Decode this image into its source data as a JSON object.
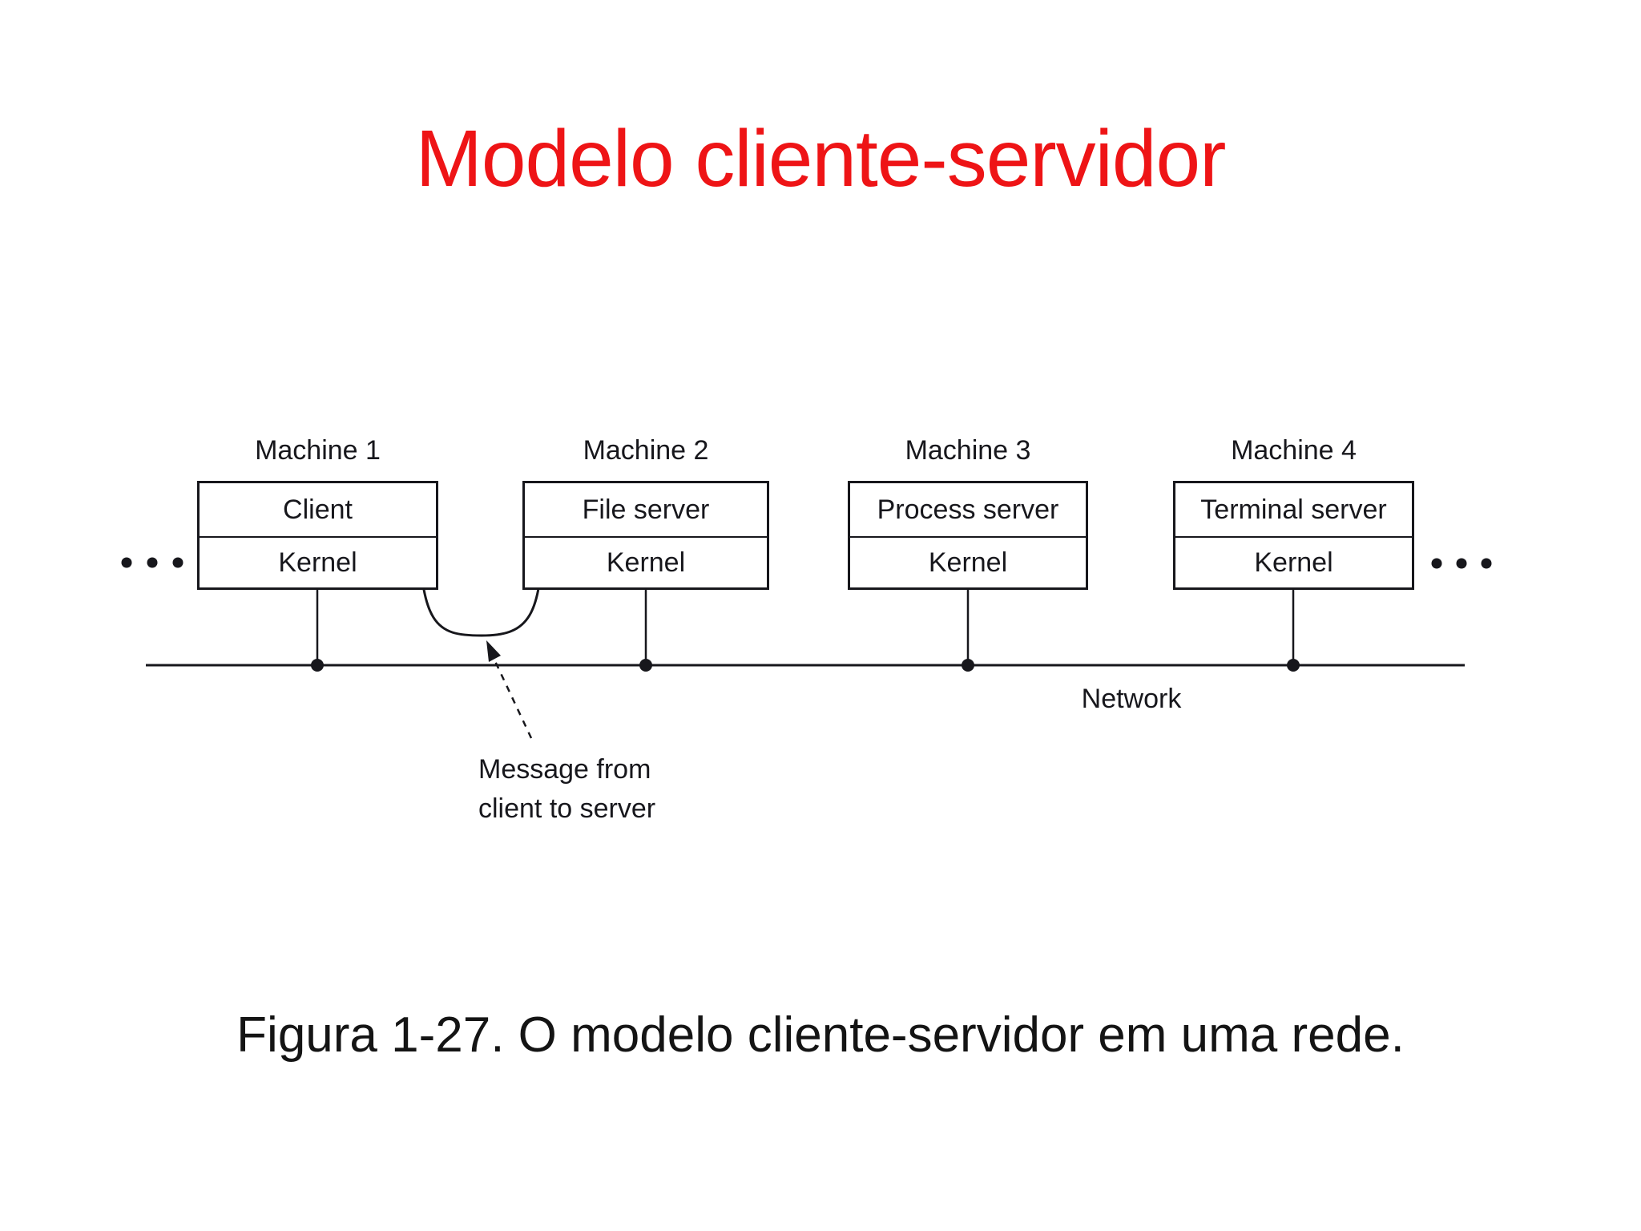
{
  "slide": {
    "title": "Modelo cliente-servidor",
    "caption": "Figura 1-27. O modelo cliente-servidor em uma rede."
  },
  "diagram": {
    "machines": [
      {
        "label": "Machine 1",
        "top_cell": "Client",
        "bottom_cell": "Kernel"
      },
      {
        "label": "Machine 2",
        "top_cell": "File server",
        "bottom_cell": "Kernel"
      },
      {
        "label": "Machine 3",
        "top_cell": "Process server",
        "bottom_cell": "Kernel"
      },
      {
        "label": "Machine 4",
        "top_cell": "Terminal server",
        "bottom_cell": "Kernel"
      }
    ],
    "network_label": "Network",
    "message_label_line1": "Message from",
    "message_label_line2": "client to server",
    "ellipsis_left": "...",
    "ellipsis_right": "..."
  },
  "colors": {
    "background": "#ffffff",
    "title_red": "#ee1416",
    "ink": "#17171c"
  }
}
